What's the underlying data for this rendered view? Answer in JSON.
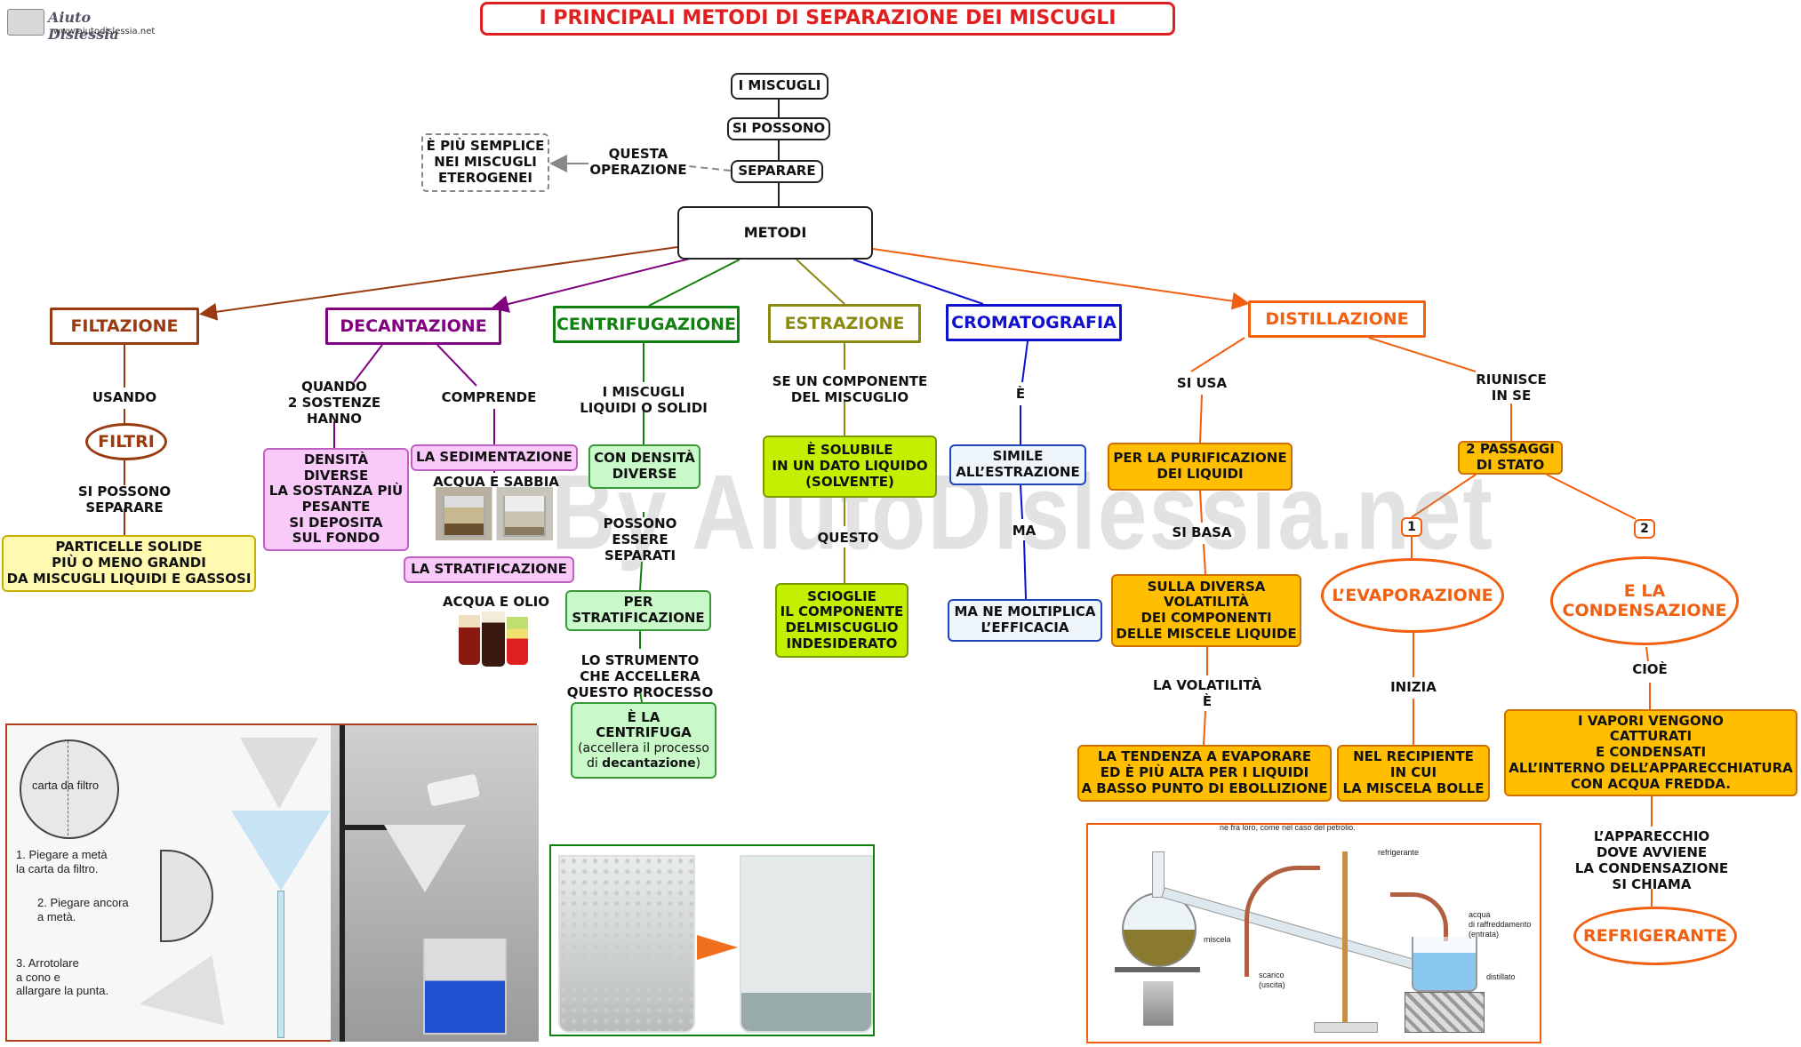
{
  "header": {
    "logo_text": "Aiuto Dislessia",
    "logo_url": "www.aiutodislessia.net",
    "title": "I PRINCIPALI METODI DI SEPARAZIONE DEI MISCUGLI"
  },
  "watermark": "By AiutoDislessia.net",
  "colors": {
    "title_red": "#e02020",
    "filtrazione": "#9a3a10",
    "decantazione": "#800080",
    "centrifugazione": "#108010",
    "estrazione": "#8a8a10",
    "cromatografia": "#1010d0",
    "distillazione": "#f06010"
  },
  "top": {
    "miscugli": "I MISCUGLI",
    "si_possono": "SI POSSONO",
    "separare": "SEPARARE",
    "questa_operazione": "QUESTA\nOPERAZIONE",
    "eterogenei": "È PIÙ SEMPLICE\nNEI MISCUGLI\nETEROGENEI",
    "metodi": "METODI"
  },
  "filtrazione": {
    "title": "FILTAZIONE",
    "usando": "USANDO",
    "filtri": "FILTRI",
    "si_possono_separare": "SI POSSONO\nSEPARARE",
    "particelle": "PARTICELLE SOLIDE\nPIÙ O MENO GRANDI\nDA MISCUGLI LIQUIDI E GASSOSI"
  },
  "decantazione": {
    "title": "DECANTAZIONE",
    "quando": "QUANDO\n2 SOSTENZE\nHANNO",
    "comprende": "COMPRENDE",
    "densita": "DENSITÀ\nDIVERSE\nLA SOSTANZA PIÙ\nPESANTE\nSI DEPOSITA\nSUL FONDO",
    "sedimentazione": "LA SEDIMENTAZIONE",
    "acqua_sabbia": "ACQUA E SABBIA",
    "stratificazione": "LA STRATIFICAZIONE",
    "acqua_olio": "ACQUA E OLIO"
  },
  "centrifugazione": {
    "title": "CENTRIFUGAZIONE",
    "miscugli": "I MISCUGLI\nLIQUIDI O SOLIDI",
    "con_densita": "CON DENSITÀ\nDIVERSE",
    "possono": "POSSONO\nESSERE\nSEPARATI",
    "per_strat": "PER\nSTRATIFICAZIONE",
    "strumento": "LO STRUMENTO\nCHE ACCELLERA\nQUESTO PROCESSO",
    "centrifuga_bold": "È LA\nCENTRIFUGA",
    "centrifuga_note": "(accellera il processo",
    "centrifuga_di": "di",
    "centrifuga_dec": "decantazione",
    "centrifuga_close": ")"
  },
  "estrazione": {
    "title": "ESTRAZIONE",
    "se_un": "SE UN COMPONENTE\nDEL MISCUGLIO",
    "solubile": "È SOLUBILE\nIN UN DATO LIQUIDO\n(SOLVENTE)",
    "questo": "QUESTO",
    "scioglie": "SCIOGLIE\nIL COMPONENTE\nDELMISCUGLIO\nINDESIDERATO"
  },
  "cromatografia": {
    "title": "CROMATOGRAFIA",
    "e": "È",
    "simile": "SIMILE\nALL’ESTRAZIONE",
    "ma": "MA",
    "moltiplica": "MA NE MOLTIPLICA\nL’EFFICACIA"
  },
  "distillazione": {
    "title": "DISTILLAZIONE",
    "si_usa": "SI USA",
    "purificazione": "PER LA PURIFICAZIONE\nDEI LIQUIDI",
    "si_basa": "SI BASA",
    "volatilita_box": "SULLA DIVERSA\nVOLATILITÀ\nDEI COMPONENTI\nDELLE MISCELE LIQUIDE",
    "la_volatilita": "LA VOLATILITÀ\nÈ",
    "tendenza": "LA TENDENZA A EVAPORARE\nED È PIÙ ALTA PER I LIQUIDI\nA BASSO PUNTO DI EBOLLIZIONE",
    "riunisce": "RIUNISCE\nIN SE",
    "passaggi": "2 PASSAGGI\nDI STATO",
    "num1": "1",
    "num2": "2",
    "evaporazione": "L’EVAPORAZIONE",
    "condensazione": "E LA\nCONDENSAZIONE",
    "inizia": "INIZIA",
    "recipiente": "NEL RECIPIENTE\nIN CUI\nLA MISCELA BOLLE",
    "cioe": "CIOÈ",
    "vapori": "I  VAPORI VENGONO\nCATTURATI\nE CONDENSATI\nALL’INTERNO  DELL’APPARECCHIATURA\nCON ACQUA FREDDA.",
    "apparecchio": "L’APPARECCHIO\nDOVE AVVIENE\nLA CONDENSAZIONE\nSI CHIAMA",
    "refrigerante": "REFRIGERANTE"
  },
  "filter_figure": {
    "carta": "carta da filtro",
    "step1": "1.  Piegare a metà\n     la carta da filtro.",
    "step2": "2.  Piegare ancora\n     a metà.",
    "step3": "3.  Arrotolare\n     a cono e\n     allargare la punta."
  },
  "distill_figure": {
    "top_text": "ne fra loro, come nel caso del petrolio.",
    "refrigerante": "refrigerante",
    "miscela": "miscela",
    "scarico": "scarico\n(uscita)",
    "acqua": "acqua\ndi raffreddamento\n(entrata)",
    "distillato": "distillato"
  }
}
